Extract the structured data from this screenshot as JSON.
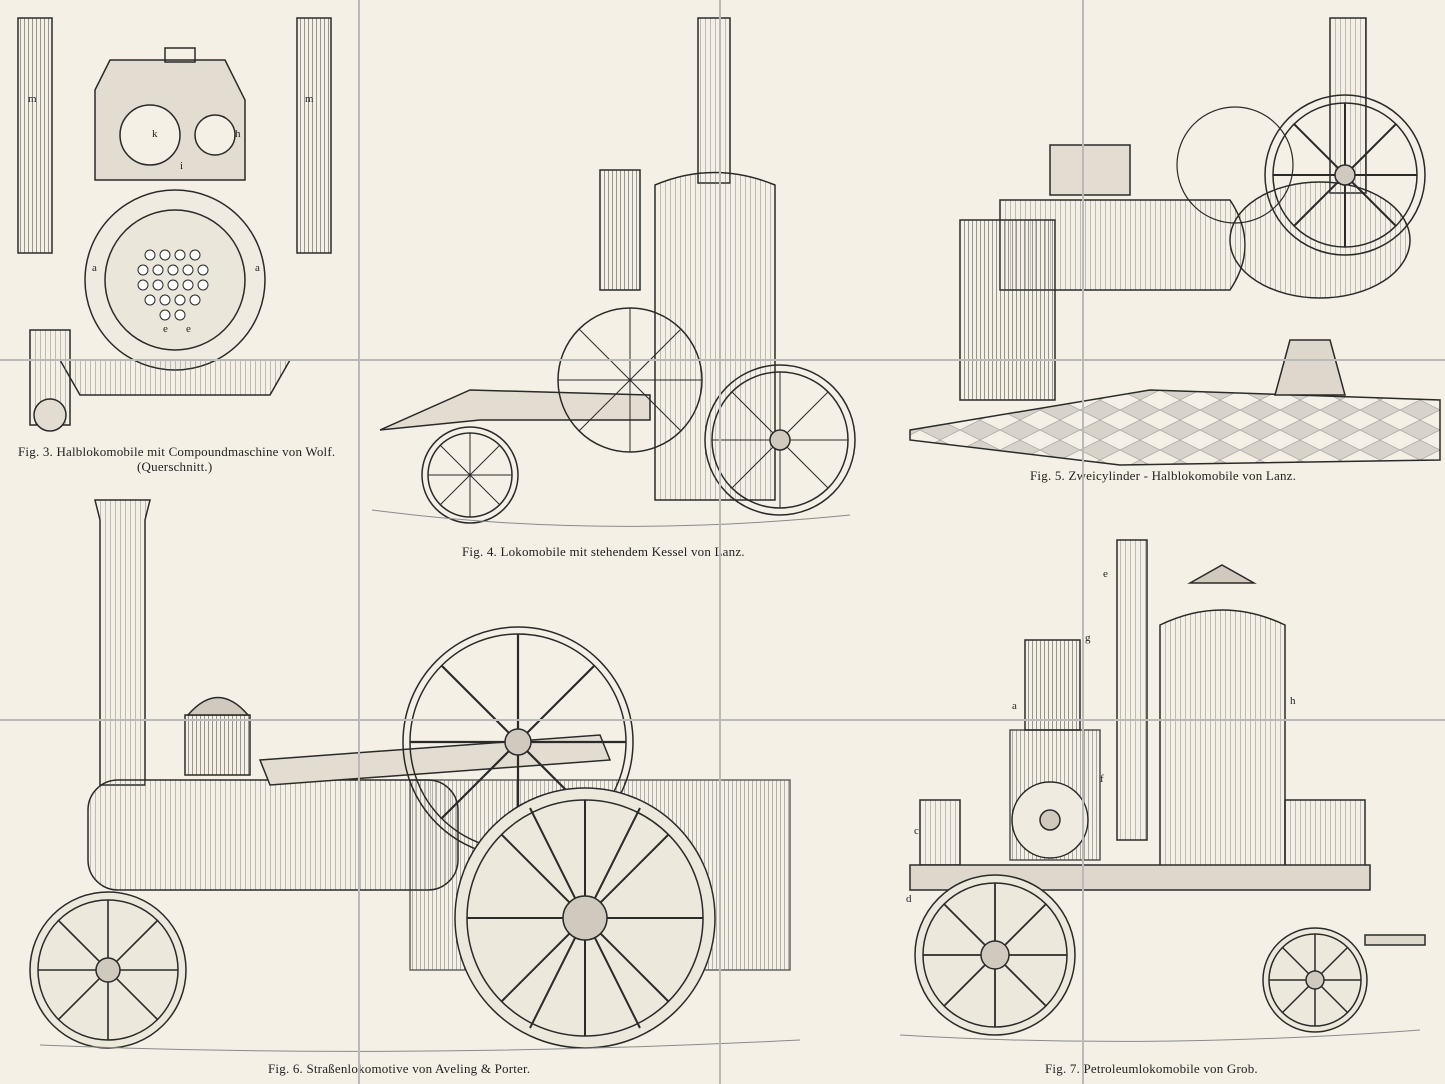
{
  "figures": [
    {
      "caption": "Fig. 3. Halblokomobile mit Compoundmaschine von Wolf.",
      "caption2": "(Querschnitt.)",
      "labels": [
        "m",
        "m",
        "k",
        "h",
        "i",
        "a",
        "a",
        "e",
        "e"
      ]
    },
    {
      "caption": "Fig. 4.  Lokomobile mit stehendem Kessel von Lanz."
    },
    {
      "caption": "Fig. 5.   Zweicylinder - Halblokomobile von Lanz."
    },
    {
      "caption": "Fig. 6.  Straßenlokomotive von Aveling & Porter."
    },
    {
      "caption": "Fig. 7.  Petroleumlokomobile von Grob.",
      "labels": [
        "e",
        "g",
        "a",
        "h",
        "f",
        "c",
        "d"
      ]
    }
  ],
  "colors": {
    "paper": "#f4f0e6",
    "ink": "#2a2a2a",
    "tile_grid": "#b9b9b9"
  }
}
